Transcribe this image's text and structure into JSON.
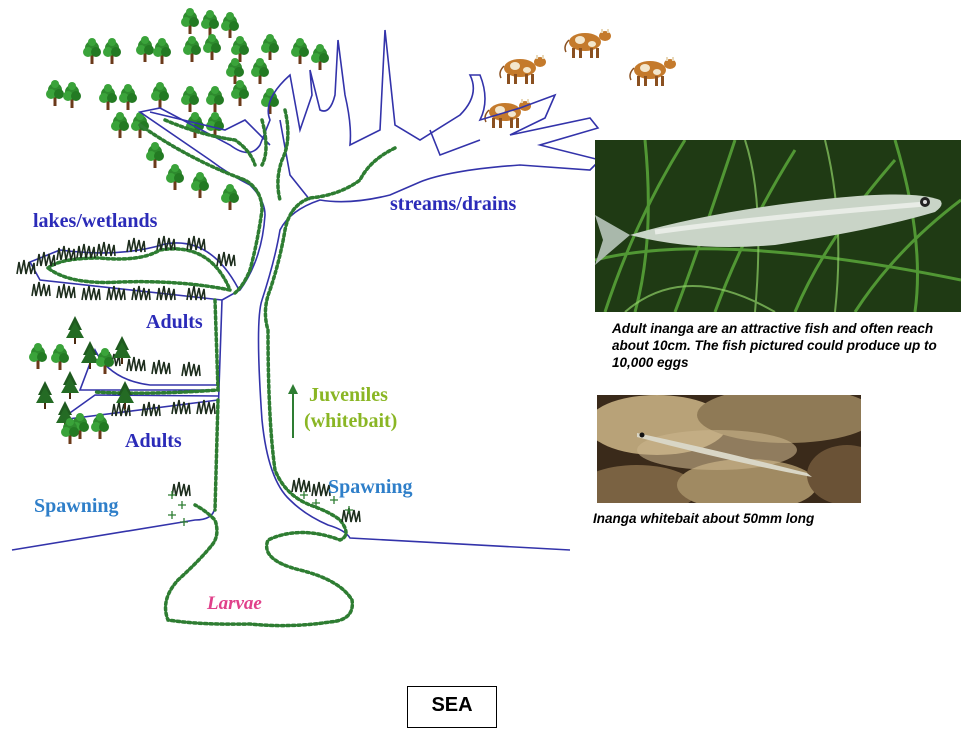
{
  "labels": {
    "lakes": "lakes/wetlands",
    "streams": "streams/drains",
    "adults_upper": "Adults",
    "adults_lower": "Adults",
    "juveniles": "Juveniles",
    "whitebait": "(whitebait)",
    "spawning_left": "Spawning",
    "spawning_right": "Spawning",
    "larvae": "Larvae",
    "sea": "SEA"
  },
  "captions": {
    "adult": "Adult inanga are an attractive fish and often reach about 10cm. The fish pictured could produce up to 10,000 eggs",
    "whitebait": "Inanga whitebait about 50mm long"
  },
  "colors": {
    "river_line": "#3333aa",
    "dotted_path": "#2e7d32",
    "label_blue": "#2b2bb8",
    "spawning_blue": "#2f7fc9",
    "juvenile_green": "#8ab624",
    "larvae_pink": "#e0408a",
    "tree_green": "#2e8b2e",
    "cow_brown": "#c47a2c"
  },
  "icons": [
    "tree-icon",
    "cow-icon",
    "grass-icon",
    "arrow-up-icon",
    "plant-icon"
  ]
}
